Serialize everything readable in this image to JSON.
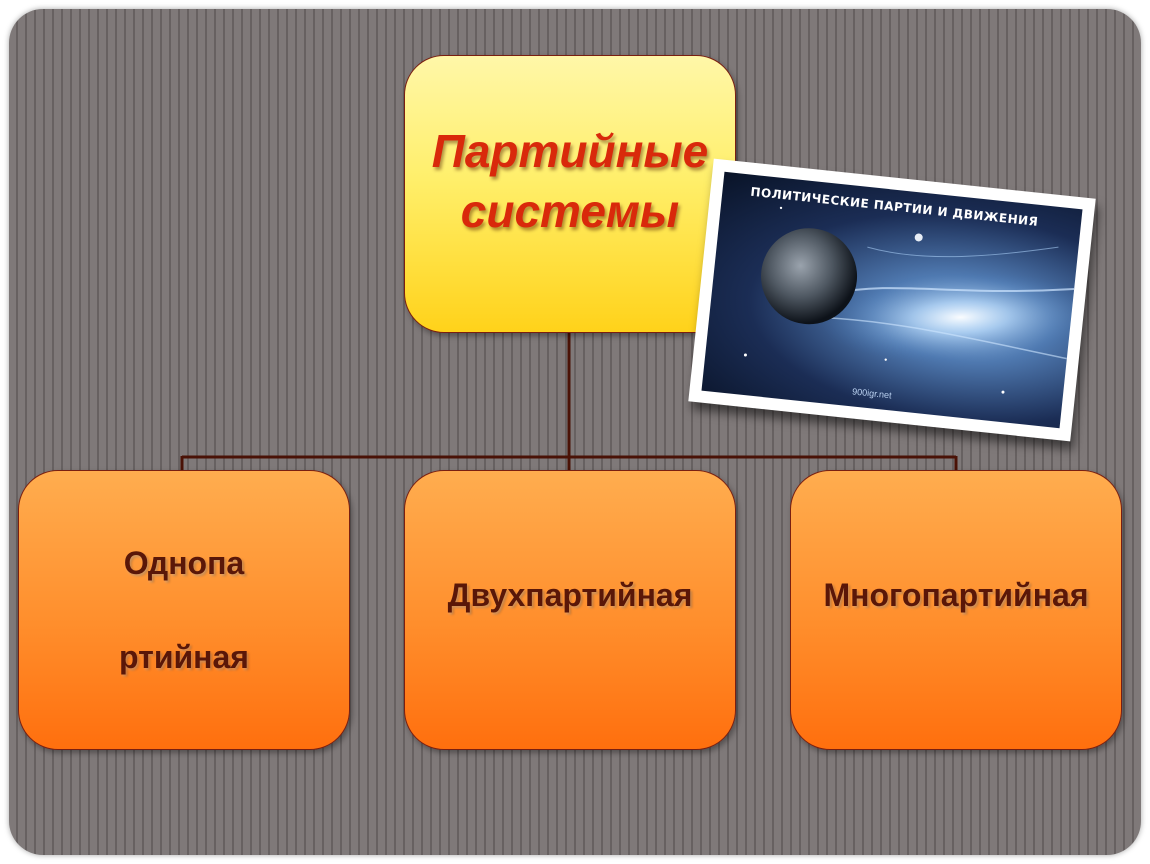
{
  "diagram": {
    "root": {
      "line1": "Партийные",
      "line2": "системы"
    },
    "children": [
      {
        "line1": "Однопа",
        "line2": "ртийная"
      },
      {
        "label": "Двухпартийная"
      },
      {
        "label": "Многопартийная"
      }
    ],
    "image": {
      "caption": "ПОЛИТИЧЕСКИЕ ПАРТИИ И  ДВИЖЕНИЯ",
      "footer": "900igr.net"
    }
  },
  "colors": {
    "background": "#787272",
    "root_fill": "#ffe94a",
    "child_fill": "#ff8e2c",
    "title_text": "#d9290b",
    "child_text": "#5a1708",
    "connector": "#4a1206"
  }
}
